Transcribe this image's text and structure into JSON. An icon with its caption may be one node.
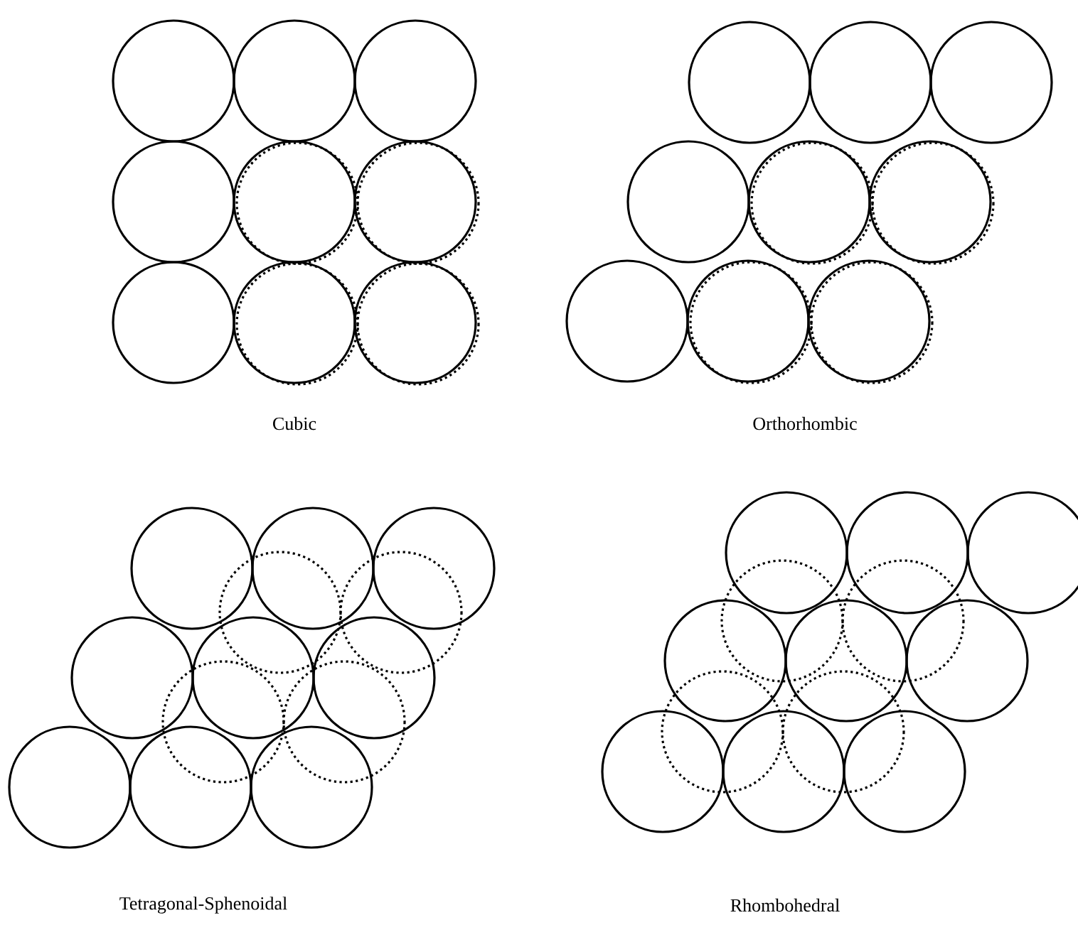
{
  "diagram": {
    "labels": [
      "Cubic",
      "Orthorhombic",
      "Tetragonal-Sphenoidal",
      "Rhombohedral"
    ]
  }
}
